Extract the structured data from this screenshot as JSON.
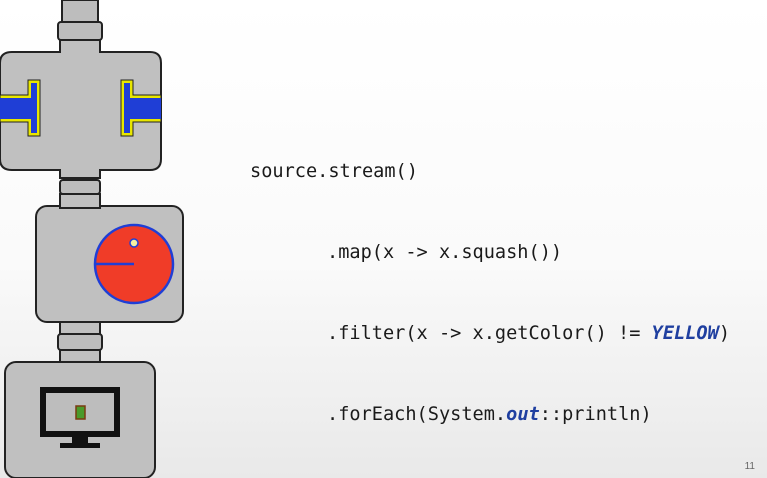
{
  "code": {
    "line1": "source.stream()",
    "line2": ".map(x -> x.squash())",
    "line3_prefix": ".filter(x -> x.getColor() != ",
    "line3_keyword": "YELLOW",
    "line3_suffix": ")",
    "line4_prefix": ".forEach(System.",
    "line4_keyword": "out",
    "line4_suffix": "::println)"
  },
  "slide_number": "11",
  "colors": {
    "machine_gray": "#c0c0c0",
    "outline": "#222222",
    "piston_blue": "#1f3ed6",
    "piston_yellow": "#e8e600",
    "ball_red": "#f03c28",
    "keyword_blue": "#1f3fa0"
  },
  "icons": [
    "press-machine",
    "filter-machine-with-ball",
    "monitor-output-icon"
  ]
}
